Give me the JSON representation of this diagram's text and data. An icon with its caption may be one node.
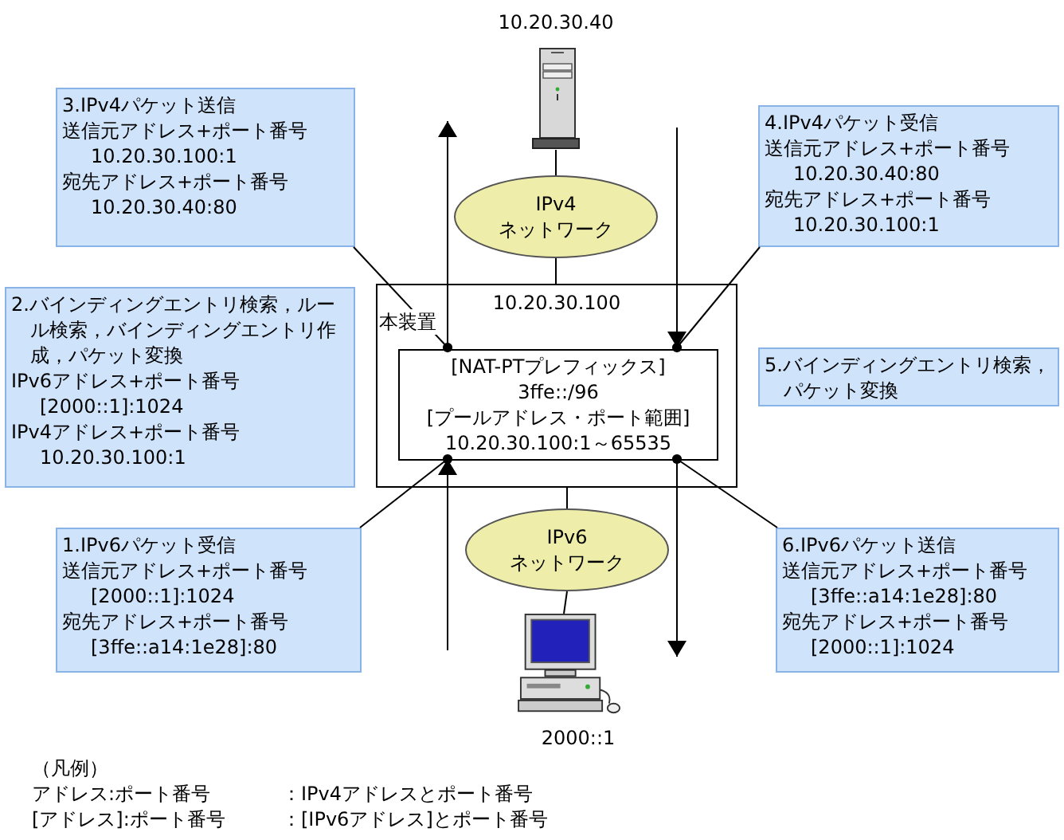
{
  "diagram": {
    "nodes": [
      {
        "text": [],
        "shape": "picture",
        "beside": [
          "10.20.30.40"
        ]
      },
      {
        "text": [
          "IPv4 ネットワーク"
        ]
      },
      {
        "text": [
          "本装置",
          "10.20.30.100"
        ]
      },
      {
        "text": [
          "[NAT-PTプレフィックス]",
          "3ffe::/96",
          "[プールアドレス・ポート範囲]",
          "10.20.30.100:1～65535"
        ],
        "in": 2
      },
      {
        "text": [
          "IPv6 ネットワーク"
        ]
      },
      {
        "text": [],
        "shape": "picture",
        "beside": [
          "2000::1"
        ]
      },
      {
        "text": [
          "3.IPv4パケット送信",
          "送信元アドレス+ポート番号",
          "10.20.30.100:1",
          "宛先アドレス+ポート番号",
          "10.20.30.40:80"
        ]
      },
      {
        "text": [
          "4.IPv4パケット受信",
          "送信元アドレス+ポート番号",
          "10.20.30.40:80",
          "宛先アドレス+ポート番号",
          "10.20.30.100:1"
        ]
      },
      {
        "text": [
          "2.バインディングエントリ検索，ルール検索，バインディングエントリ作成，パケット変換",
          "IPv6アドレス+ポート番号",
          "[2000::1]:1024",
          "IPv4アドレス+ポート番号",
          "10.20.30.100:1"
        ]
      },
      {
        "text": [
          "5.バインディングエントリ検索，パケット変換"
        ]
      },
      {
        "text": [
          "1.IPv6パケット受信",
          "送信元アドレス+ポート番号",
          "[2000::1]:1024",
          "宛先アドレス+ポート番号",
          "[3ffe::a14:1e28]:80"
        ]
      },
      {
        "text": [
          "6.IPv6パケット送信",
          "送信元アドレス+ポート番号",
          "[3ffe::a14:1e28]:80",
          "宛先アドレス+ポート番号",
          "[2000::1]:1024"
        ]
      }
    ],
    "edges": [
      {
        "from": 0,
        "to": 1,
        "arrow": "none"
      },
      {
        "from": 1,
        "to": 2,
        "arrow": "none"
      },
      {
        "from": 2,
        "to": 4,
        "arrow": "none"
      },
      {
        "from": 4,
        "to": 5,
        "arrow": "none"
      },
      {
        "from": null,
        "to": 3,
        "arrow": "to"
      },
      {
        "from": 3,
        "to": null,
        "arrow": "to"
      },
      {
        "from": null,
        "to": 3,
        "arrow": "to"
      },
      {
        "from": 3,
        "to": null,
        "arrow": "to"
      },
      {
        "from": 6,
        "to": 3,
        "arrow": "other"
      },
      {
        "from": 7,
        "to": 3,
        "arrow": "other"
      },
      {
        "from": 10,
        "to": 3,
        "arrow": "other"
      },
      {
        "from": 11,
        "to": 3,
        "arrow": "other"
      }
    ],
    "labels": [
      "（凡例）",
      "アドレス:ポート番号",
      "：IPv4アドレスとポート番号",
      "[アドレス]:ポート番号",
      "：[IPv6アドレス]とポート番号"
    ]
  }
}
